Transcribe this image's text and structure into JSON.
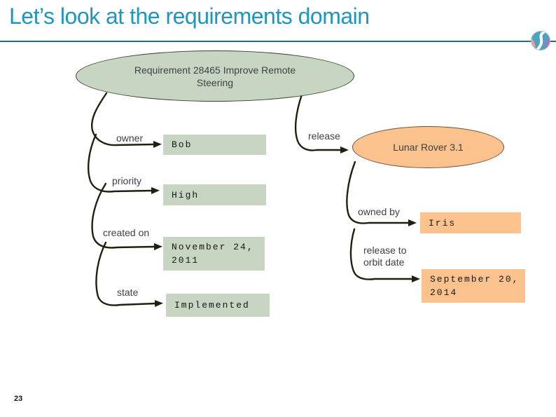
{
  "header": {
    "title": "Let’s look at the requirements domain",
    "logo_icon": "sphere-swoosh-logo"
  },
  "footer": {
    "page_number": "23"
  },
  "diagram": {
    "requirement": {
      "label": "Requirement 28465 Improve Remote Steering"
    },
    "owner": {
      "label": "owner",
      "value": "Bob"
    },
    "priority": {
      "label": "priority",
      "value": "High"
    },
    "created_on": {
      "label": "created on",
      "value": "November 24, 2011"
    },
    "state": {
      "label": "state",
      "value": "Implemented"
    },
    "release": {
      "label": "release",
      "value": "Lunar Rover 3.1"
    },
    "owned_by": {
      "label": "owned by",
      "value": "Iris"
    },
    "release_to_orbit": {
      "label": "release to orbit date",
      "value": "September 20, 2014"
    }
  },
  "colors": {
    "title_color": "#1e96bd",
    "line_color": "#1d6f8e",
    "green_fill": "#c7d6c2",
    "orange_fill": "#fbc28e",
    "connector_color": "#21200f",
    "label_color": "#404040",
    "value_color": "#161616"
  }
}
